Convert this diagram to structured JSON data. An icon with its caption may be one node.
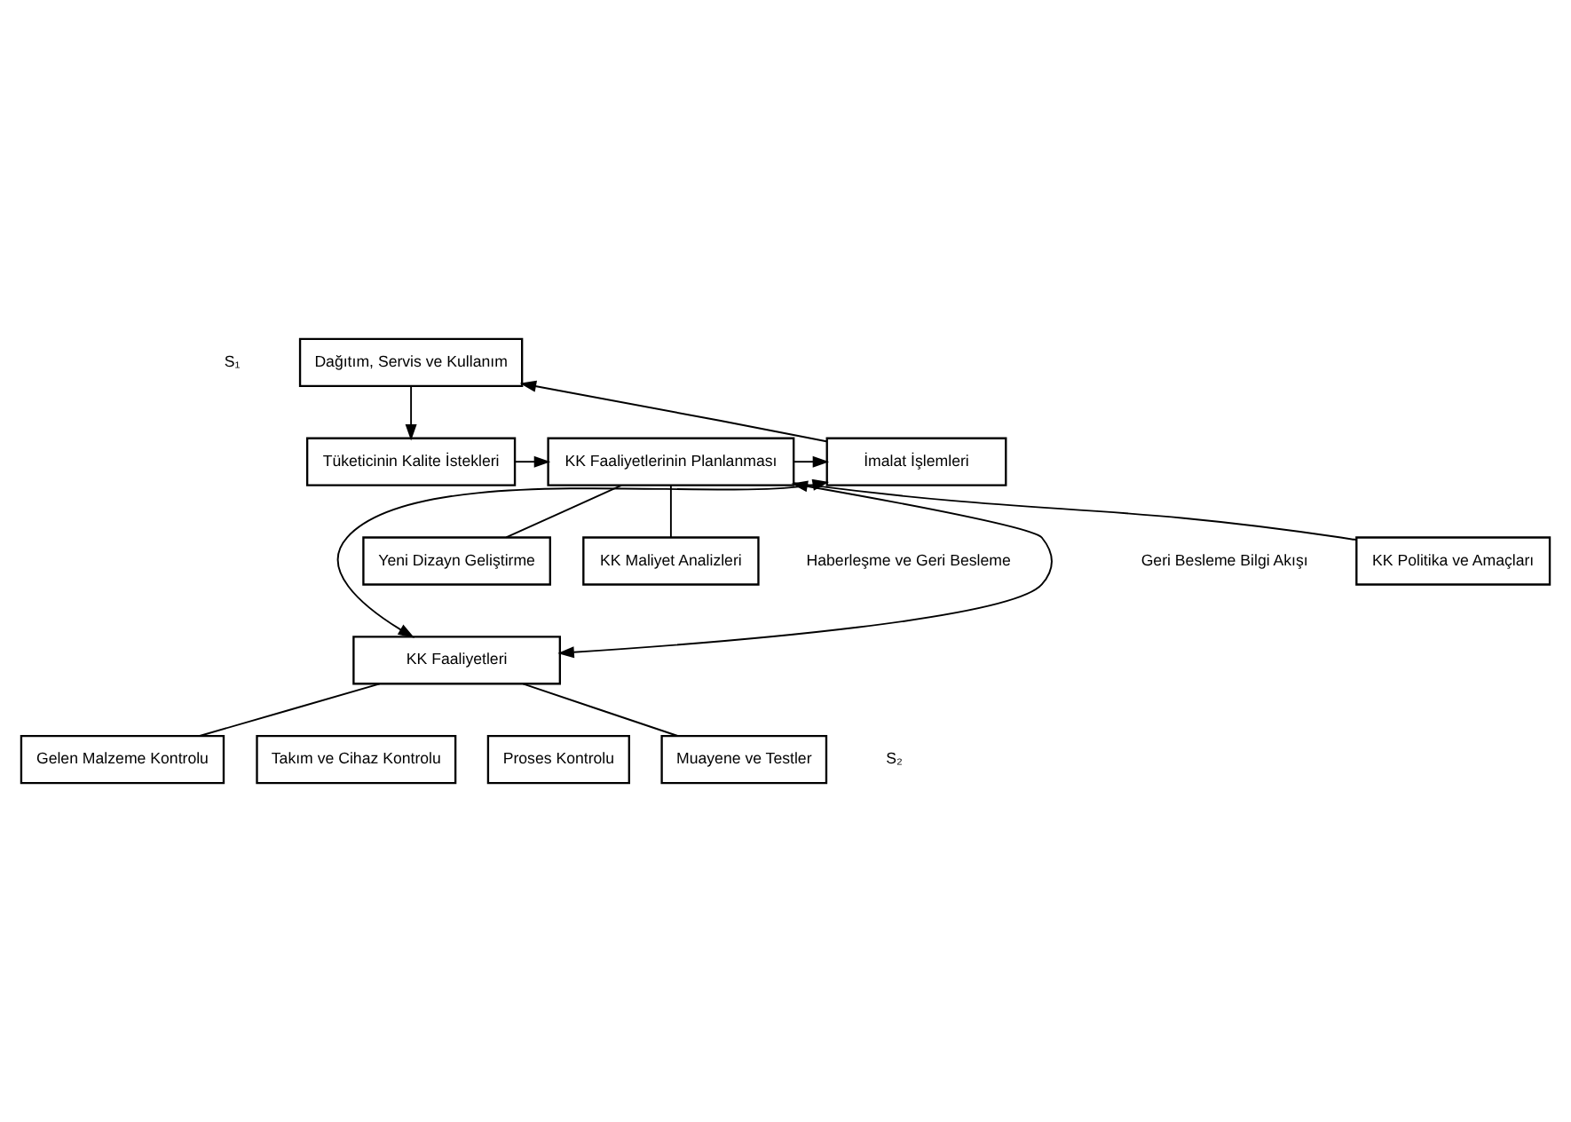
{
  "diagram": {
    "nodes": [
      {
        "text": [
          "Dağıtım, Servis ve Kullanım"
        ]
      },
      {
        "text": [
          "Tüketicinin Kalite İstekleri"
        ]
      },
      {
        "text": [
          "KK Faaliyetlerinin Planlanması"
        ]
      },
      {
        "text": [
          "İmalat İşlemleri"
        ]
      },
      {
        "text": [
          "KK Politika ve Amaçları"
        ]
      },
      {
        "text": [
          "Yeni Dizayn Geliştirme"
        ]
      },
      {
        "text": [
          "KK Maliyet Analizleri"
        ]
      },
      {
        "text": [
          "KK Faaliyetleri"
        ]
      },
      {
        "text": [
          "Gelen Malzeme Kontrolu"
        ]
      },
      {
        "text": [
          "Takım ve Cihaz Kontrolu"
        ]
      },
      {
        "text": [
          "Proses Kontrolu"
        ]
      },
      {
        "text": [
          "Muayene ve Testler"
        ]
      }
    ],
    "edges": [
      {
        "from": 0,
        "to": 1,
        "arrow": "to"
      },
      {
        "from": 1,
        "to": 2,
        "arrow": "to"
      },
      {
        "from": 2,
        "to": 3,
        "arrow": "to"
      },
      {
        "from": 3,
        "to": 0,
        "arrow": "to"
      },
      {
        "from": 2,
        "to": 4,
        "arrow": "none"
      },
      {
        "from": 2,
        "to": 5,
        "arrow": "none"
      },
      {
        "from": 2,
        "to": 6,
        "arrow": "none"
      },
      {
        "from": 7,
        "to": 2,
        "arrow": "both"
      },
      {
        "from": 7,
        "to": 3,
        "arrow": "both"
      },
      {
        "from": 7,
        "to": 8,
        "arrow": "none"
      },
      {
        "from": 7,
        "to": 11,
        "arrow": "none"
      }
    ],
    "labels": [
      "S₁",
      "Geri Besleme Bilgi Akışı",
      "Haberleşme ve Geri Besleme",
      "S₂"
    ]
  }
}
